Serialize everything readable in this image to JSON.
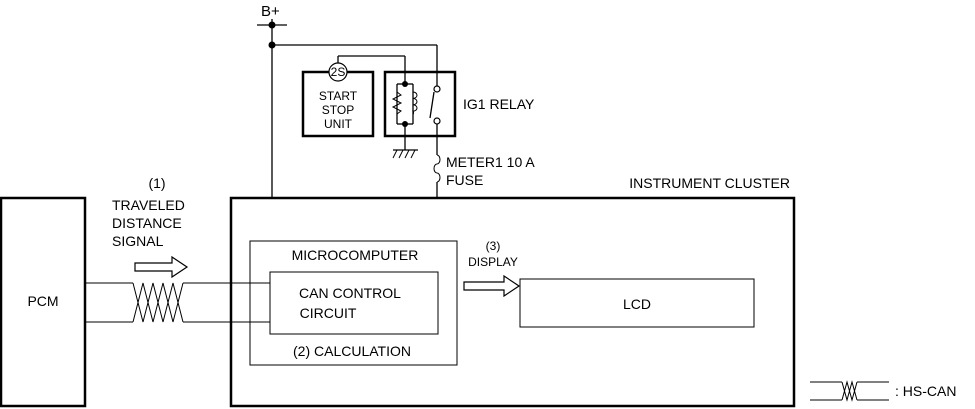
{
  "supply": {
    "label": "B+"
  },
  "pcm": {
    "label": "PCM"
  },
  "start_stop_unit": {
    "connector": "2S",
    "lines": [
      "START",
      "STOP",
      "UNIT"
    ]
  },
  "relay": {
    "label": "IG1 RELAY"
  },
  "fuse": {
    "lines": [
      "METER1 10 A",
      "FUSE"
    ]
  },
  "instrument_cluster": {
    "label": "INSTRUMENT CLUSTER"
  },
  "microcomputer": {
    "label": "MICROCOMPUTER"
  },
  "can_circuit": {
    "lines": [
      "CAN CONTROL",
      "CIRCUIT"
    ]
  },
  "calculation": {
    "label": "(2) CALCULATION"
  },
  "signal_1": {
    "number": "(1)",
    "lines": [
      "TRAVELED",
      "DISTANCE",
      "SIGNAL"
    ]
  },
  "signal_3": {
    "number": "(3)",
    "label": "DISPLAY"
  },
  "lcd": {
    "label": "LCD"
  },
  "legend": {
    "label": ": HS-CAN"
  }
}
